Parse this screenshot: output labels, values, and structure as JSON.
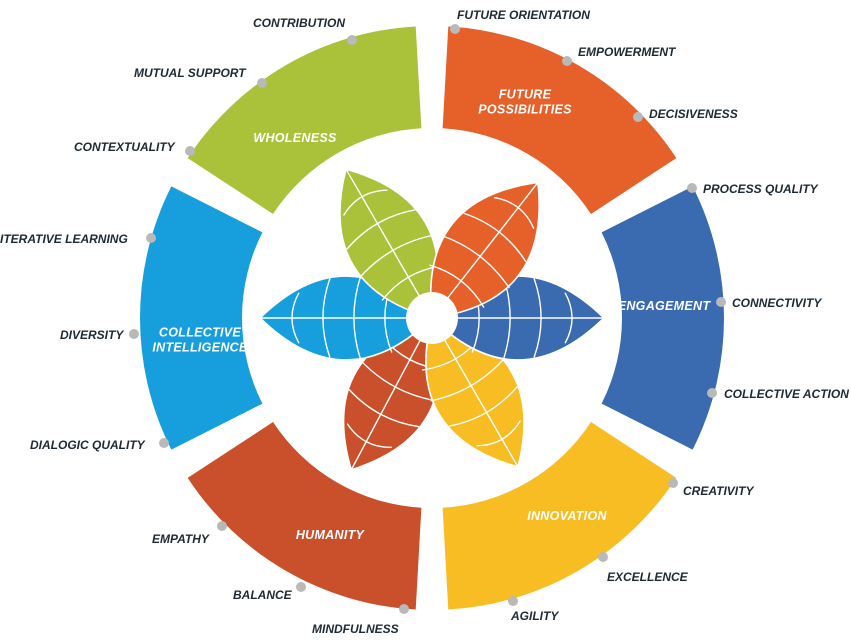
{
  "segments": [
    {
      "id": "future",
      "title_lines": [
        "FUTURE",
        "POSSIBILITIES"
      ],
      "color": "#e6602a"
    },
    {
      "id": "engagement",
      "title_lines": [
        "ENGAGEMENT"
      ],
      "color": "#3a6aaf"
    },
    {
      "id": "innovation",
      "title_lines": [
        "INNOVATION"
      ],
      "color": "#f7bd23"
    },
    {
      "id": "humanity",
      "title_lines": [
        "HUMANITY"
      ],
      "color": "#c9502a"
    },
    {
      "id": "collective",
      "title_lines": [
        "COLLECTIVE",
        "INTELLIGENCE"
      ],
      "color": "#169fdc"
    },
    {
      "id": "wholeness",
      "title_lines": [
        "WHOLENESS"
      ],
      "color": "#a9c23a"
    }
  ],
  "outer_labels": {
    "future_orientation": "FUTURE ORIENTATION",
    "empowerment": "EMPOWERMENT",
    "decisiveness": "DECISIVENESS",
    "process_quality": "PROCESS QUALITY",
    "connectivity": "CONNECTIVITY",
    "collective_action": "COLLECTIVE ACTION",
    "creativity": "CREATIVITY",
    "excellence": "EXCELLENCE",
    "agility": "AGILITY",
    "mindfulness": "MINDFULNESS",
    "balance": "BALANCE",
    "empathy": "EMPATHY",
    "dialogic_quality": "DIALOGIC QUALITY",
    "diversity": "DIVERSITY",
    "iterative_learning": "ITERATIVE LEARNING",
    "contextuality": "CONTEXTUALITY",
    "mutual_support": "MUTUAL SUPPORT",
    "contribution": "CONTRIBUTION"
  },
  "colors": {
    "dot": "#b9b9b9",
    "text": "#1e2a33",
    "petal_lines": "#ffffff"
  }
}
